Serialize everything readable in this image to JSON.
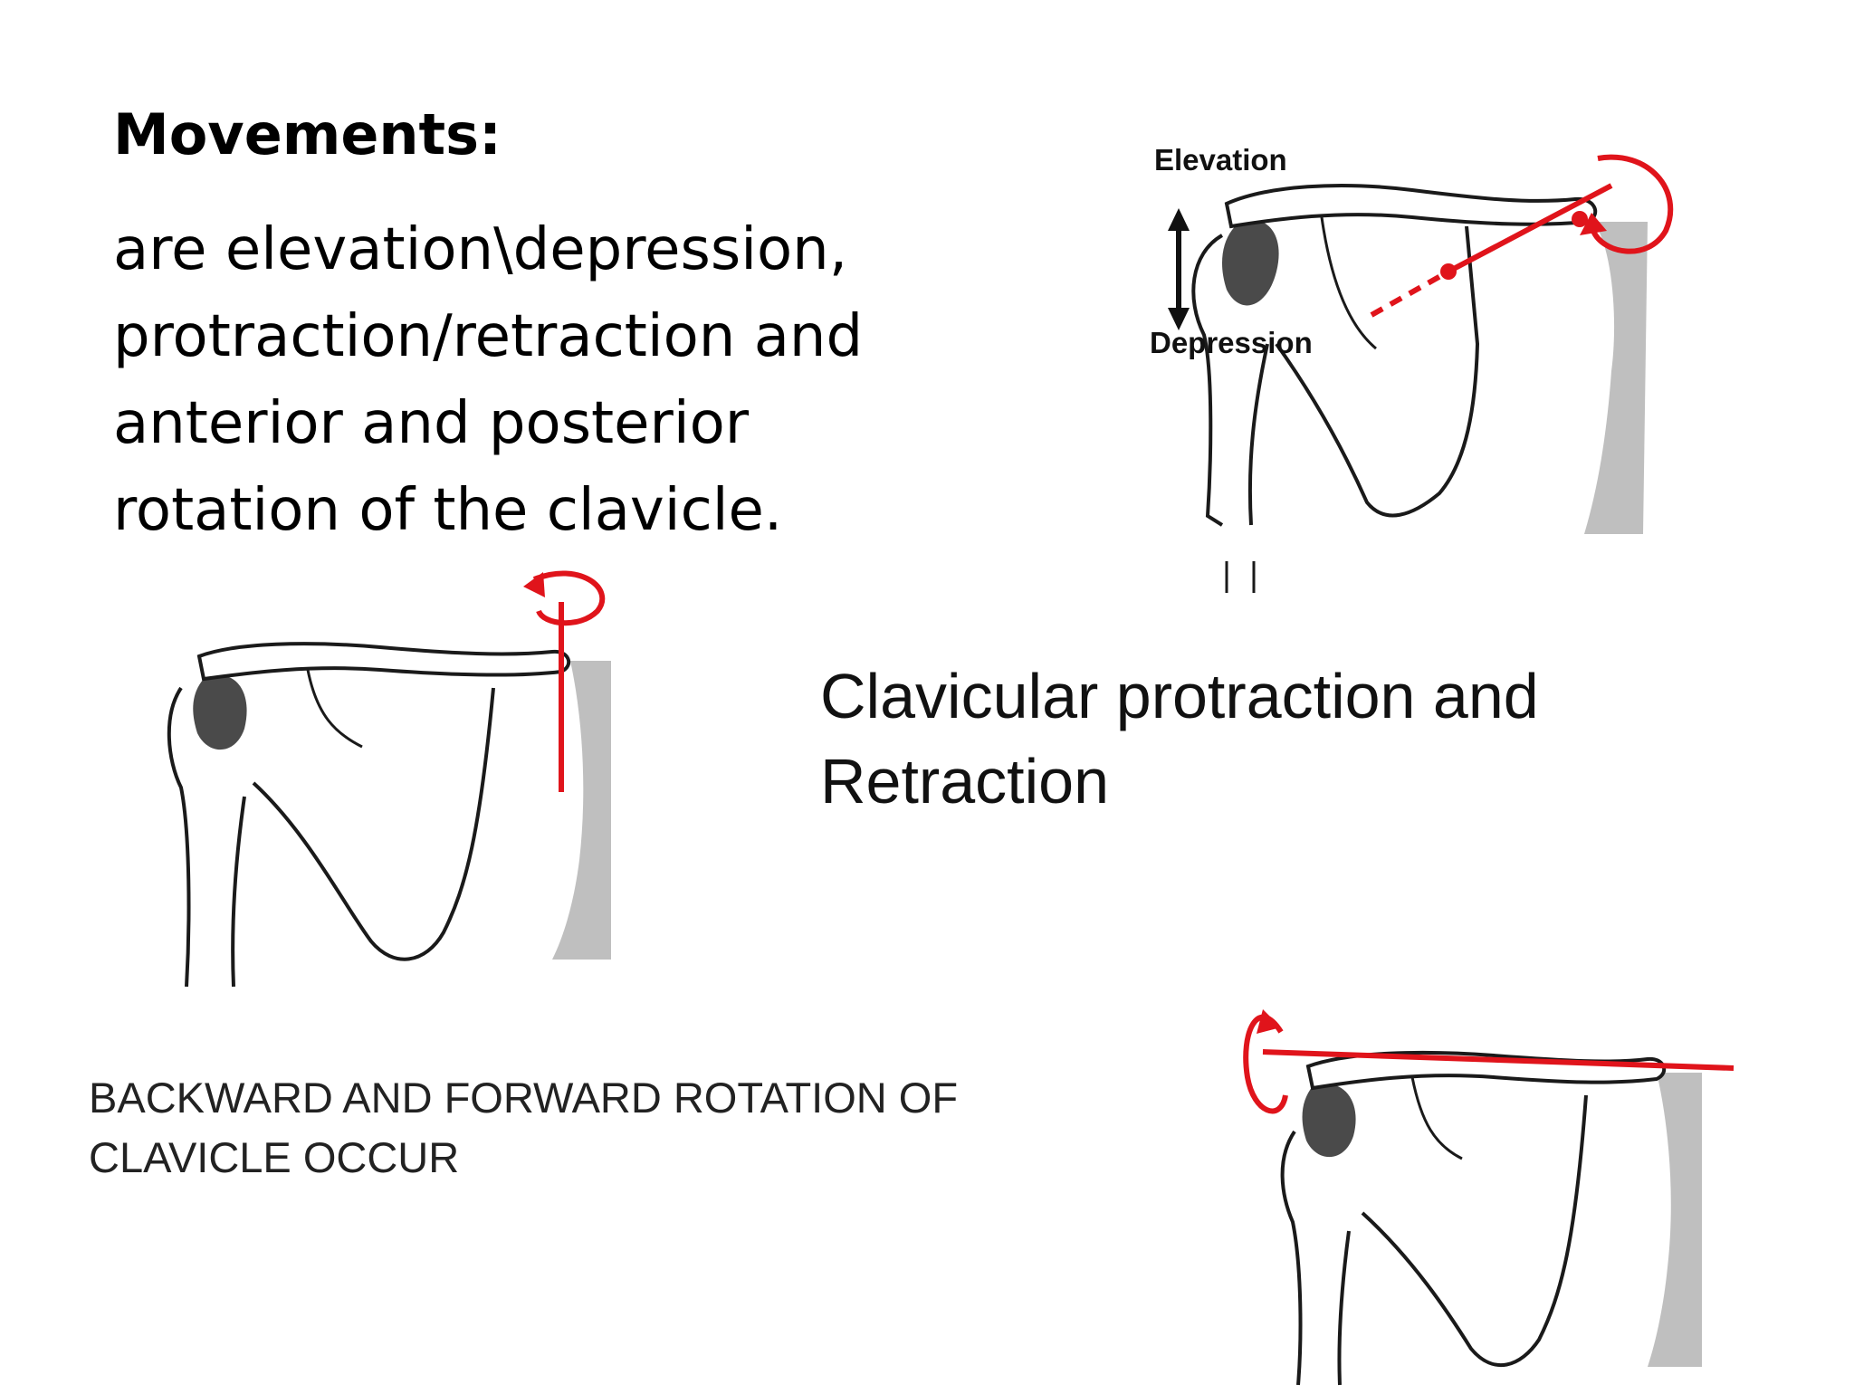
{
  "slide": {
    "title": "Movements:",
    "body_lines": [
      "are elevation\\depression,",
      "protraction/retraction and",
      "anterior and posterior",
      "rotation of the clavicle."
    ]
  },
  "figure_elevation": {
    "label_top": "Elevation",
    "label_bottom": "Depression"
  },
  "caption_protraction": {
    "lines": [
      "Clavicular  protraction  and",
      "Retraction"
    ]
  },
  "caption_rotation": {
    "lines": [
      "BACKWARD AND FORWARD ROTATION OF",
      "CLAVICLE OCCUR"
    ]
  },
  "colors": {
    "annotation_red": "#e0141b",
    "bone_line": "#1a1a1a",
    "spine_gray": "#a9a9a9"
  },
  "icons": {
    "elevation_arrow": "double-arrow-vertical-icon",
    "rotation_arrow": "curved-rotation-arrow-icon"
  }
}
